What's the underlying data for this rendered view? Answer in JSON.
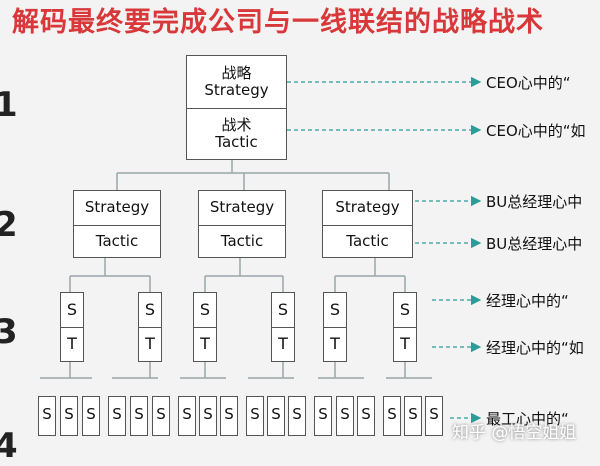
{
  "title": "解码最终要完成公司与一线联结的战略战术",
  "levels": [
    "1",
    "2",
    "3",
    "4"
  ],
  "top_box": {
    "strategy_label": "战略\nStrategy",
    "tactic_label": "战术\nTactic"
  },
  "bu_box": {
    "strategy_label": "Strategy",
    "tactic_label": "Tactic"
  },
  "manager_box": {
    "strategy_label": "S",
    "tactic_label": "T"
  },
  "staff_box": {
    "strategy_label": "S"
  },
  "notes": [
    "CEO心中的“",
    "CEO心中的“如",
    "BU总经理心中",
    "BU总经理心中",
    "经理心中的“",
    "经理心中的“如",
    "最工心中的“"
  ],
  "watermark": "知乎 @悟空姐姐",
  "colors": {
    "arrow": "#2a9d9a",
    "line": "#9aa6a6",
    "title": "#d8383a"
  }
}
